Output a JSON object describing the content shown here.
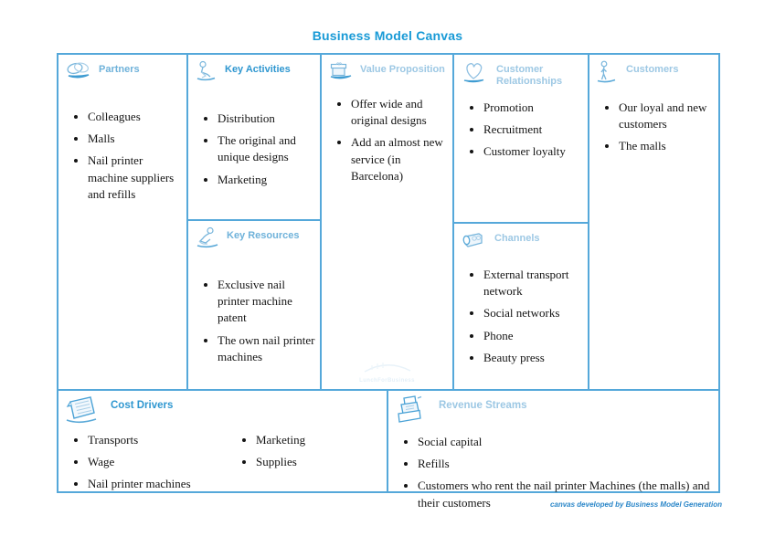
{
  "title": "Business Model Canvas",
  "footer_credit": "canvas developed by Business Model Generation",
  "watermark": "LunchForBusiness",
  "colors": {
    "title_accent": "#189ad6",
    "border": "#55a8da",
    "header_strong": "#2f97d0",
    "header_medium": "#6fb2da",
    "header_light": "#9dc8e4",
    "footer": "#2a86c8",
    "body_text": "#141414"
  },
  "sections": {
    "partners": {
      "label": "Partners",
      "icon": "handshake-knot-icon",
      "items": [
        "Colleagues",
        "Malls",
        "Nail printer machine suppliers and refills"
      ]
    },
    "key_activities": {
      "label": "Key Activities",
      "icon": "kneeling-person-icon",
      "items": [
        "Distribution",
        "The original and unique designs",
        "Marketing"
      ]
    },
    "key_resources": {
      "label": "Key Resources",
      "icon": "seated-person-icon",
      "items": [
        "Exclusive nail printer machine patent",
        "The own nail printer machines"
      ]
    },
    "value_proposition": {
      "label": "Value Proposition",
      "icon": "gift-box-icon",
      "items": [
        "Offer wide and original designs",
        "Add an almost new service (in Barcelona)"
      ]
    },
    "customer_relationships": {
      "label": "Customer Relationships",
      "icon": "heart-icon",
      "items": [
        "Promotion",
        "Recruitment",
        "Customer loyalty"
      ]
    },
    "channels": {
      "label": "Channels",
      "icon": "delivery-truck-icon",
      "items": [
        "External transport network",
        "Social networks",
        "Phone",
        "Beauty press"
      ]
    },
    "customers": {
      "label": "Customers",
      "icon": "standing-person-icon",
      "items": [
        "Our loyal and new customers",
        "The malls"
      ]
    },
    "cost_drivers": {
      "label": "Cost Drivers",
      "icon": "receipt-note-icon",
      "items_col1": [
        "Transports",
        "Wage",
        "Nail printer machines"
      ],
      "items_col2": [
        "Marketing",
        "Supplies"
      ]
    },
    "revenue_streams": {
      "label": "Revenue Streams",
      "icon": "cash-register-icon",
      "items": [
        "Social capital",
        "Refills",
        "Customers who rent the nail printer Machines (the malls) and their customers"
      ]
    }
  }
}
